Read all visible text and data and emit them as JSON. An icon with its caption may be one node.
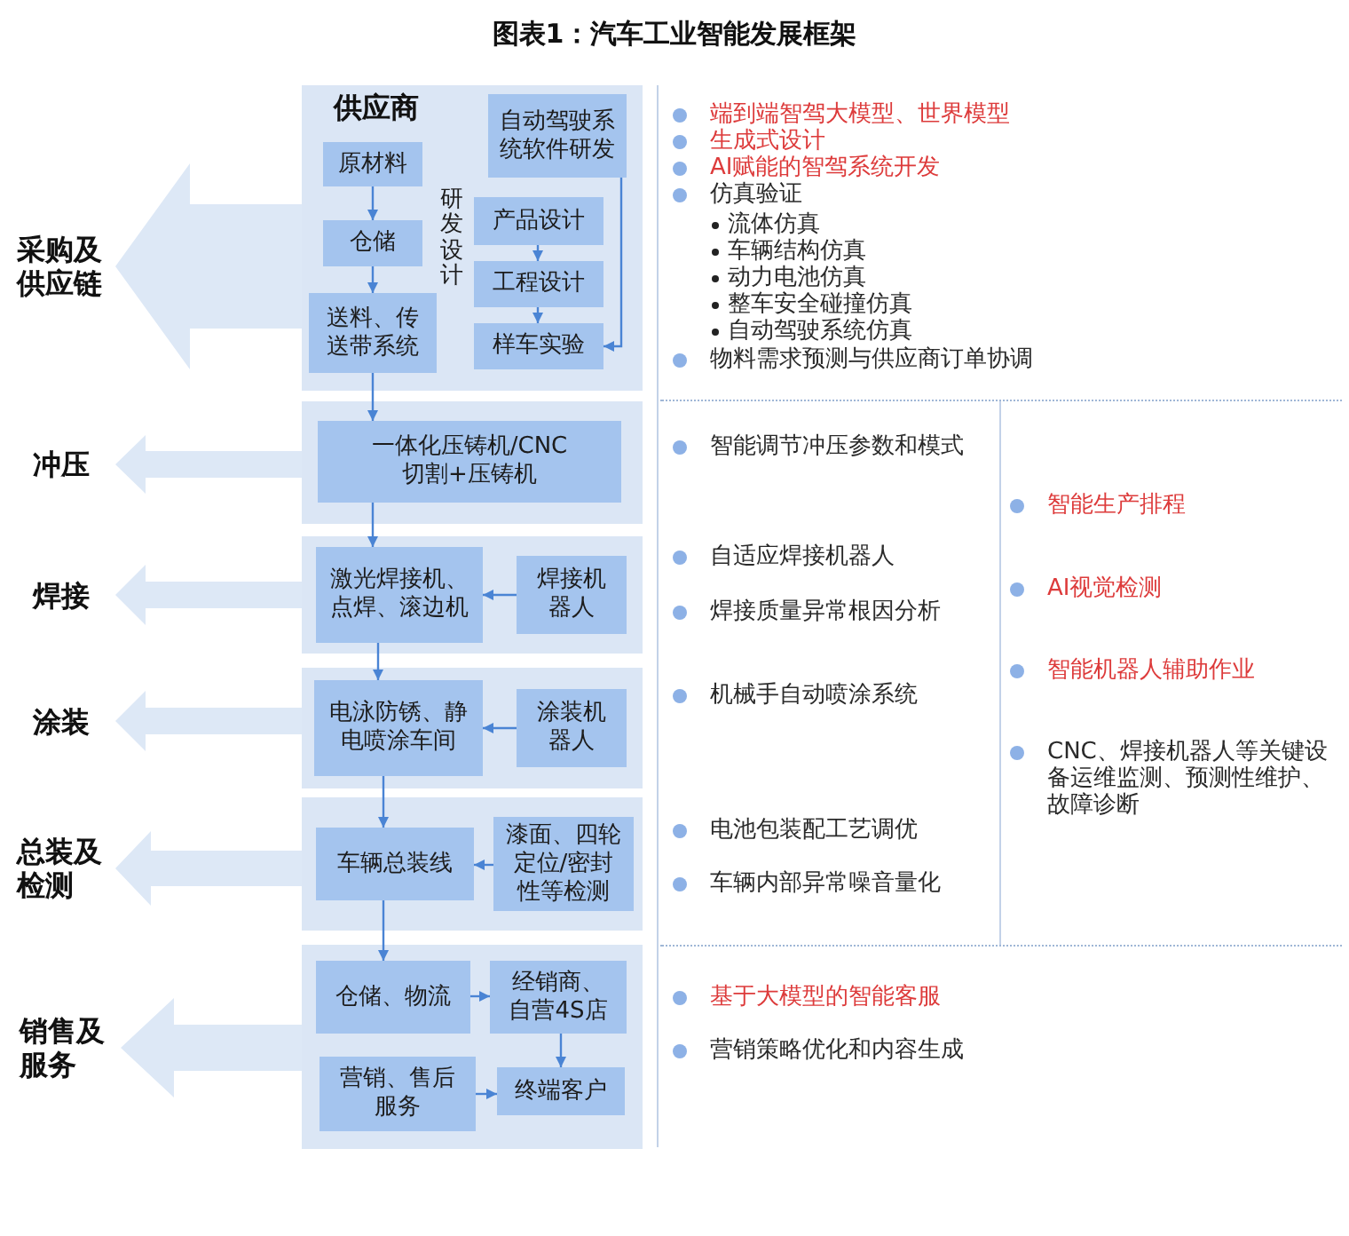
{
  "diagram": {
    "title": "图表1：汽车工业智能发展框架",
    "nodes": [
      {
        "text": [
          "采购及供应链"
        ]
      },
      {
        "text": [
          "供应商"
        ]
      },
      {
        "text": [
          "原材料"
        ],
        "in": 1
      },
      {
        "text": [
          "仓储"
        ],
        "in": 1
      },
      {
        "text": [
          "送料、传送带系统"
        ],
        "in": 1
      },
      {
        "text": [
          "自动驾驶系统软件研发"
        ],
        "in": 1
      },
      {
        "text": [
          "产品设计"
        ],
        "in": 1
      },
      {
        "text": [
          "工程设计"
        ],
        "in": 1
      },
      {
        "text": [
          "样车实验"
        ],
        "in": 1
      },
      {
        "text": [
          "冲压"
        ]
      },
      {
        "text": [],
        "shape": "box"
      },
      {
        "text": [
          "一体化压铸机/CNC切割+压铸机"
        ],
        "in": 10
      },
      {
        "text": [
          "焊接"
        ]
      },
      {
        "text": [],
        "shape": "box"
      },
      {
        "text": [
          "激光焊接机、点焊、滚边机"
        ],
        "in": 13
      },
      {
        "text": [
          "焊接机器人"
        ],
        "in": 13
      },
      {
        "text": [
          "涂装"
        ]
      },
      {
        "text": [],
        "shape": "box"
      },
      {
        "text": [
          "电泳防锈、静电喷涂车间"
        ],
        "in": 17
      },
      {
        "text": [
          "涂装机器人"
        ],
        "in": 17
      },
      {
        "text": [
          "总装及检测"
        ]
      },
      {
        "text": [],
        "shape": "box"
      },
      {
        "text": [
          "车辆总装线"
        ],
        "in": 21
      },
      {
        "text": [
          "漆面、四轮定位/密封性等检测"
        ],
        "in": 21
      },
      {
        "text": [
          "销售及服务"
        ]
      },
      {
        "text": [],
        "shape": "box"
      },
      {
        "text": [
          "仓储、物流"
        ],
        "in": 25
      },
      {
        "text": [
          "经销商、自营4S店"
        ],
        "in": 25
      },
      {
        "text": [
          "营销、售后服务"
        ],
        "in": 25
      },
      {
        "text": [
          "终端客户"
        ],
        "in": 25
      }
    ],
    "edges": [
      {
        "from": 2,
        "to": 3,
        "arrow": "to"
      },
      {
        "from": 3,
        "to": 4,
        "arrow": "to"
      },
      {
        "from": 6,
        "to": 7,
        "arrow": "to"
      },
      {
        "from": 7,
        "to": 8,
        "arrow": "to"
      },
      {
        "from": 5,
        "to": 8,
        "arrow": "to"
      },
      {
        "from": 4,
        "to": 11,
        "arrow": "to"
      },
      {
        "from": 11,
        "to": 14,
        "arrow": "to"
      },
      {
        "from": 15,
        "to": 14,
        "arrow": "to"
      },
      {
        "from": 14,
        "to": 18,
        "arrow": "to"
      },
      {
        "from": 19,
        "to": 18,
        "arrow": "to"
      },
      {
        "from": 18,
        "to": 22,
        "arrow": "to"
      },
      {
        "from": 23,
        "to": 22,
        "arrow": "to"
      },
      {
        "from": 22,
        "to": 26,
        "arrow": "to"
      },
      {
        "from": 26,
        "to": 27,
        "arrow": "to"
      },
      {
        "from": 27,
        "to": 29,
        "arrow": "to"
      },
      {
        "from": 28,
        "to": 29,
        "arrow": "to"
      }
    ],
    "labels": [
      "研发设计",
      "端到端智驾大模型、世界模型",
      "生成式设计",
      "AI赋能的智驾系统开发",
      "仿真验证",
      "流体仿真",
      "车辆结构仿真",
      "动力电池仿真",
      "整车安全碰撞仿真",
      "自动驾驶系统仿真",
      "物料需求预测与供应商订单协调",
      "智能调节冲压参数和模式",
      "自适应焊接机器人",
      "焊接质量异常根因分析",
      "机械手自动喷涂系统",
      "电池包装配工艺调优",
      "车辆内部异常噪音量化",
      "智能生产排程",
      "AI视觉检测",
      "智能机器人辅助作业",
      "CNC、焊接机器人等关键设备运维监测、预测性维护、故障诊断",
      "基于大模型的智能客服",
      "营销策略优化和内容生成"
    ]
  }
}
